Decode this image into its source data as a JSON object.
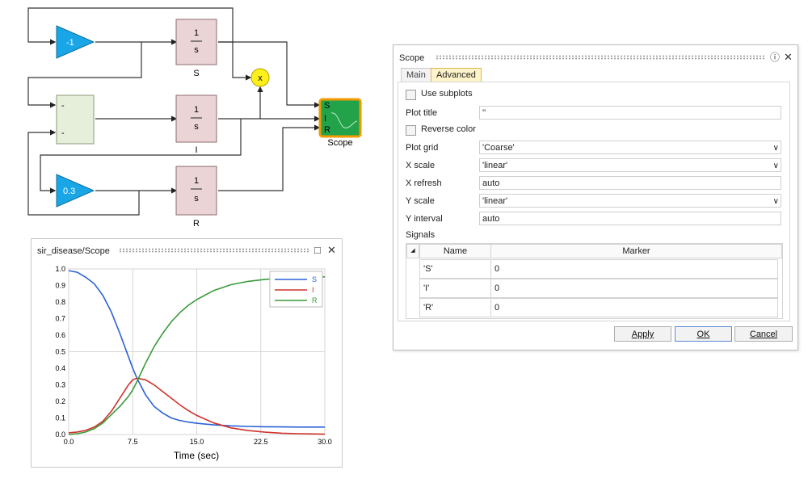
{
  "diagram": {
    "gain_top": "-1",
    "gain_bottom": "0.3",
    "integrator_num": "1",
    "integrator_den": "s",
    "integrator_labels": [
      "S",
      "I",
      "R"
    ],
    "product_symbol": "x",
    "sum_signs": [
      "-",
      "-"
    ],
    "scope_label": "Scope",
    "scope_ports": [
      "S",
      "I",
      "R"
    ]
  },
  "scope_window": {
    "title": "sir_disease/Scope",
    "xlabel": "Time (sec)"
  },
  "chart_data": {
    "type": "line",
    "xlabel": "Time (sec)",
    "ylabel": "",
    "xlim": [
      0.0,
      30.0
    ],
    "ylim": [
      0.0,
      1.0
    ],
    "xticks": [
      "0.0",
      "7.5",
      "15.0",
      "22.5",
      "30.0"
    ],
    "yticks": [
      "0.0",
      "0.1",
      "0.2",
      "0.3",
      "0.4",
      "0.5",
      "0.6",
      "0.7",
      "0.8",
      "0.9",
      "1.0"
    ],
    "grid": true,
    "legend_position": "top-right",
    "series": [
      {
        "name": "S",
        "color": "#2a62d6",
        "x": [
          0,
          1,
          2,
          3,
          4,
          5,
          6,
          7,
          7.5,
          8,
          9,
          10,
          11,
          12,
          13,
          14,
          15,
          17,
          19,
          21,
          23,
          25,
          27,
          30
        ],
        "y": [
          0.99,
          0.98,
          0.95,
          0.91,
          0.84,
          0.74,
          0.61,
          0.47,
          0.4,
          0.34,
          0.24,
          0.17,
          0.13,
          0.1,
          0.085,
          0.075,
          0.068,
          0.058,
          0.052,
          0.049,
          0.047,
          0.046,
          0.045,
          0.045
        ]
      },
      {
        "name": "I",
        "color": "#d0322a",
        "x": [
          0,
          1,
          2,
          3,
          4,
          5,
          6,
          7,
          7.5,
          8,
          9,
          10,
          11,
          12,
          13,
          14,
          15,
          17,
          19,
          21,
          23,
          25,
          27,
          30
        ],
        "y": [
          0.01,
          0.015,
          0.025,
          0.045,
          0.08,
          0.14,
          0.22,
          0.3,
          0.33,
          0.34,
          0.33,
          0.3,
          0.26,
          0.22,
          0.18,
          0.145,
          0.115,
          0.07,
          0.04,
          0.024,
          0.014,
          0.008,
          0.005,
          0.002
        ]
      },
      {
        "name": "R",
        "color": "#3a9a3a",
        "x": [
          0,
          1,
          2,
          3,
          4,
          5,
          6,
          7,
          7.5,
          8,
          9,
          10,
          11,
          12,
          13,
          14,
          15,
          17,
          19,
          21,
          23,
          25,
          27,
          30
        ],
        "y": [
          0.0,
          0.005,
          0.015,
          0.035,
          0.07,
          0.12,
          0.17,
          0.23,
          0.27,
          0.32,
          0.43,
          0.53,
          0.61,
          0.68,
          0.735,
          0.78,
          0.815,
          0.87,
          0.905,
          0.925,
          0.937,
          0.944,
          0.948,
          0.952
        ]
      }
    ]
  },
  "dialog": {
    "title": "Scope",
    "help_icon": "help-icon",
    "close_icon": "close-icon",
    "tabs": [
      {
        "label": "Main"
      },
      {
        "label": "Advanced"
      }
    ],
    "use_subplots_label": "Use subplots",
    "plot_title_label": "Plot title",
    "plot_title_value": "''",
    "reverse_color_label": "Reverse color",
    "plot_grid_label": "Plot grid",
    "plot_grid_value": "'Coarse'",
    "x_scale_label": "X scale",
    "x_scale_value": "'linear'",
    "x_refresh_label": "X refresh",
    "x_refresh_value": "auto",
    "y_scale_label": "Y scale",
    "y_scale_value": "'linear'",
    "y_interval_label": "Y interval",
    "y_interval_value": "auto",
    "signals_label": "Signals",
    "signals_table": {
      "headers": [
        "Name",
        "Marker"
      ],
      "rows": [
        {
          "name": "'S'",
          "marker": "0"
        },
        {
          "name": "'I'",
          "marker": "0"
        },
        {
          "name": "'R'",
          "marker": "0"
        }
      ]
    },
    "apply_label": "Apply",
    "ok_label": "OK",
    "cancel_label": "Cancel"
  }
}
